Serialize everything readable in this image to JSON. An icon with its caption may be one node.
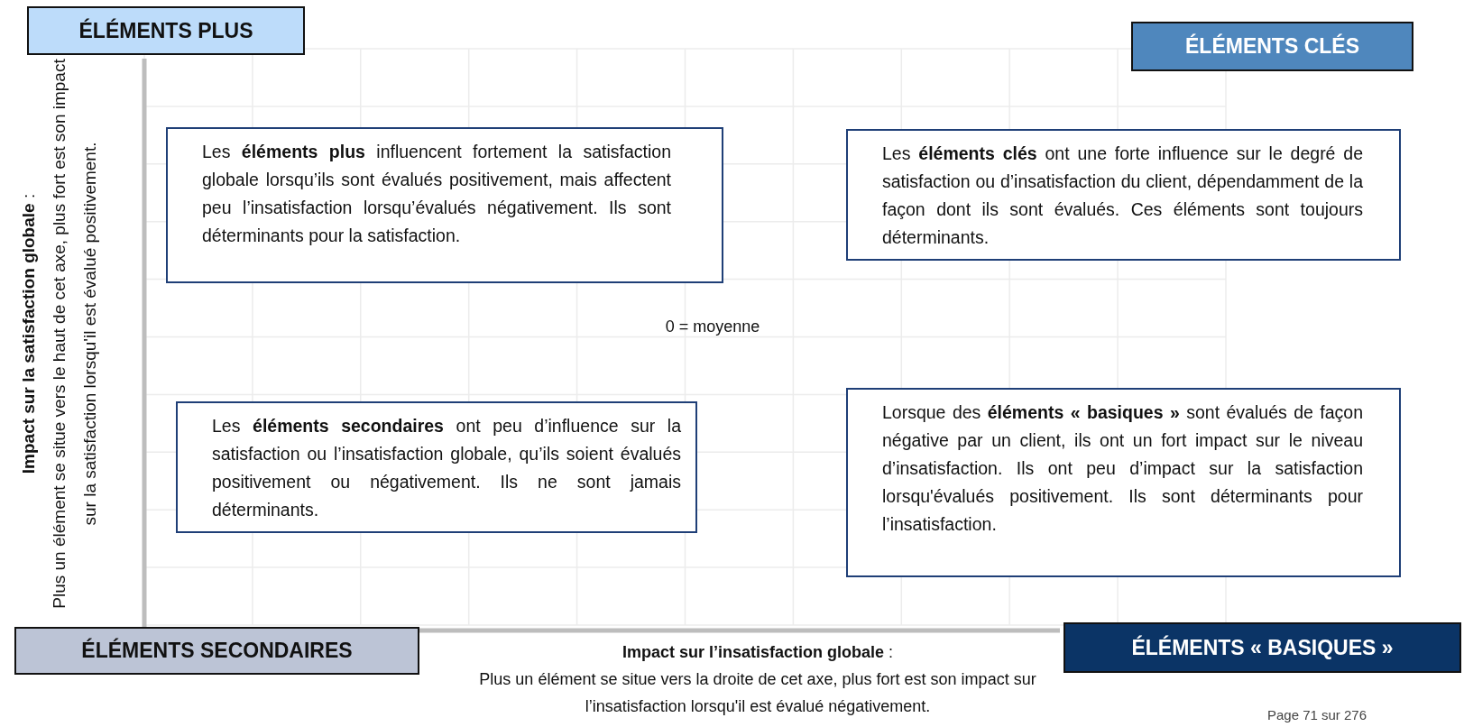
{
  "diagram": {
    "nodes": [
      {
        "text": [
          "ÉLÉMENTS PLUS"
        ]
      },
      {
        "text": [
          "ÉLÉMENTS CLÉS"
        ]
      },
      {
        "text": [
          "Les **éléments plus** influencent fortement la satisfaction globale lorsqu’ils sont évalués positivement, mais affectent peu l’insatisfaction lorsqu’évalués négativement. Ils sont déterminants pour la satisfaction."
        ]
      },
      {
        "text": [
          "Les **éléments clés** ont une forte influence sur le degré de satisfaction ou d’insatisfaction du client, dépendamment de la façon dont ils sont évalués. Ces éléments sont toujours déterminants."
        ]
      },
      {
        "text": [
          "Les **éléments secondaires** ont peu d’influence sur la satisfaction ou l’insatisfaction globale, qu’ils soient évalués positivement ou négativement. Ils ne sont jamais déterminants."
        ]
      },
      {
        "text": [
          "Lorsque des **éléments « basiques »** sont évalués de façon négative par un client, ils ont un fort impact sur le niveau d’insatisfaction. Ils ont peu d’impact sur la satisfaction lorsqu'évalués positivement. Ils sont déterminants pour l’insatisfaction."
        ]
      },
      {
        "text": [
          "ÉLÉMENTS SECONDAIRES"
        ]
      },
      {
        "text": [
          "ÉLÉMENTS « BASIQUES »"
        ]
      }
    ],
    "labels": [
      "**Impact sur la satisfaction globale** :",
      "Plus un élément se situe vers le haut de cet axe, plus fort est son impact sur la satisfaction lorsqu'il est évalué positivement.",
      "0 = moyenne",
      "**Impact sur l’insatisfaction globale** :",
      "Plus un élément se situe vers la droite de cet axe, plus fort est son impact sur l’insatisfaction lorsqu'il est évalué négativement.",
      "Page 71 sur 276"
    ]
  }
}
